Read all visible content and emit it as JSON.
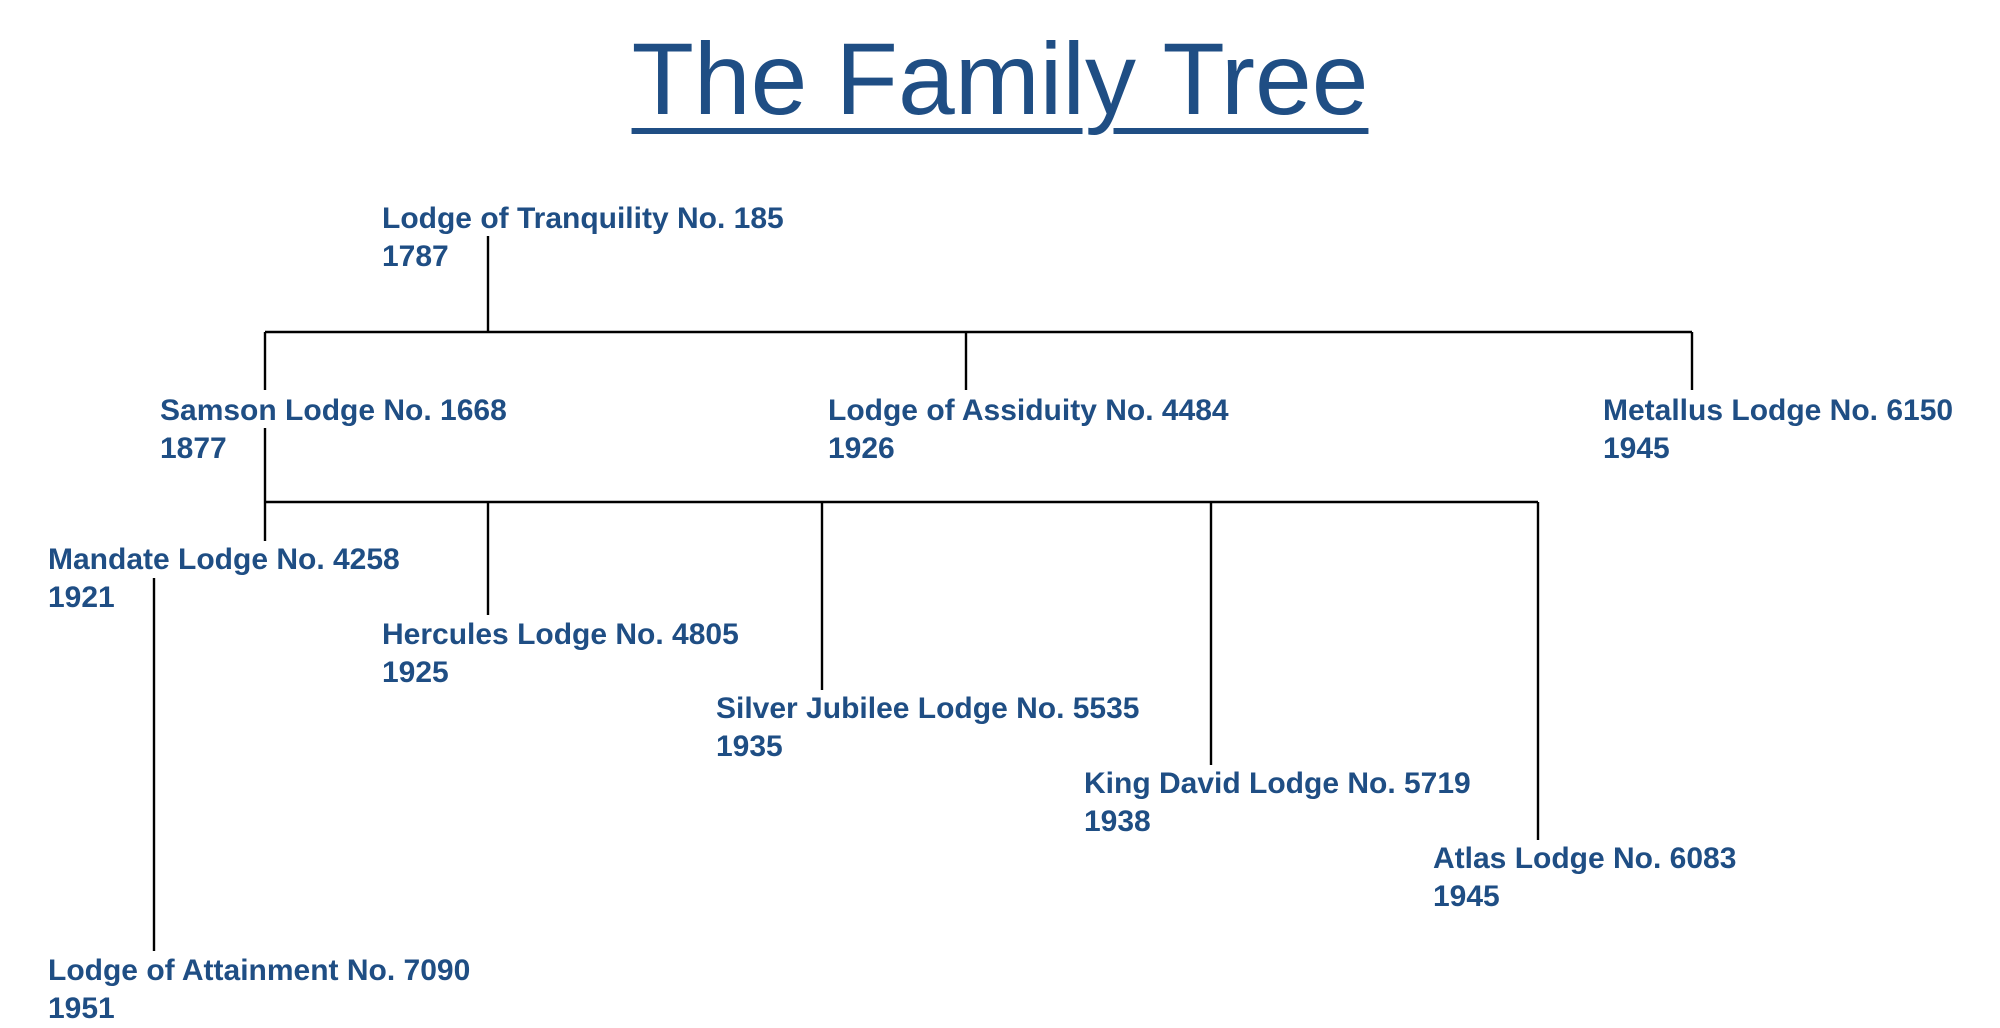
{
  "title": "The Family Tree",
  "lodges": {
    "tranquility": {
      "name": "Lodge of Tranquility No. 185",
      "year": "1787"
    },
    "samson": {
      "name": "Samson Lodge No. 1668",
      "year": "1877"
    },
    "assiduity": {
      "name": "Lodge of Assiduity No. 4484",
      "year": "1926"
    },
    "metallus": {
      "name": "Metallus Lodge No. 6150",
      "year": "1945"
    },
    "mandate": {
      "name": "Mandate Lodge No. 4258",
      "year": "1921"
    },
    "hercules": {
      "name": "Hercules Lodge No. 4805",
      "year": "1925"
    },
    "silver_jubilee": {
      "name": "Silver Jubilee Lodge No. 5535",
      "year": "1935"
    },
    "king_david": {
      "name": "King David Lodge No. 5719",
      "year": "1938"
    },
    "atlas": {
      "name": "Atlas Lodge No. 6083",
      "year": "1945"
    },
    "attainment": {
      "name": "Lodge of Attainment No. 7090",
      "year": "1951"
    }
  },
  "colors": {
    "text": "#1f4e84",
    "connector": "#000000",
    "background": "#ffffff"
  }
}
